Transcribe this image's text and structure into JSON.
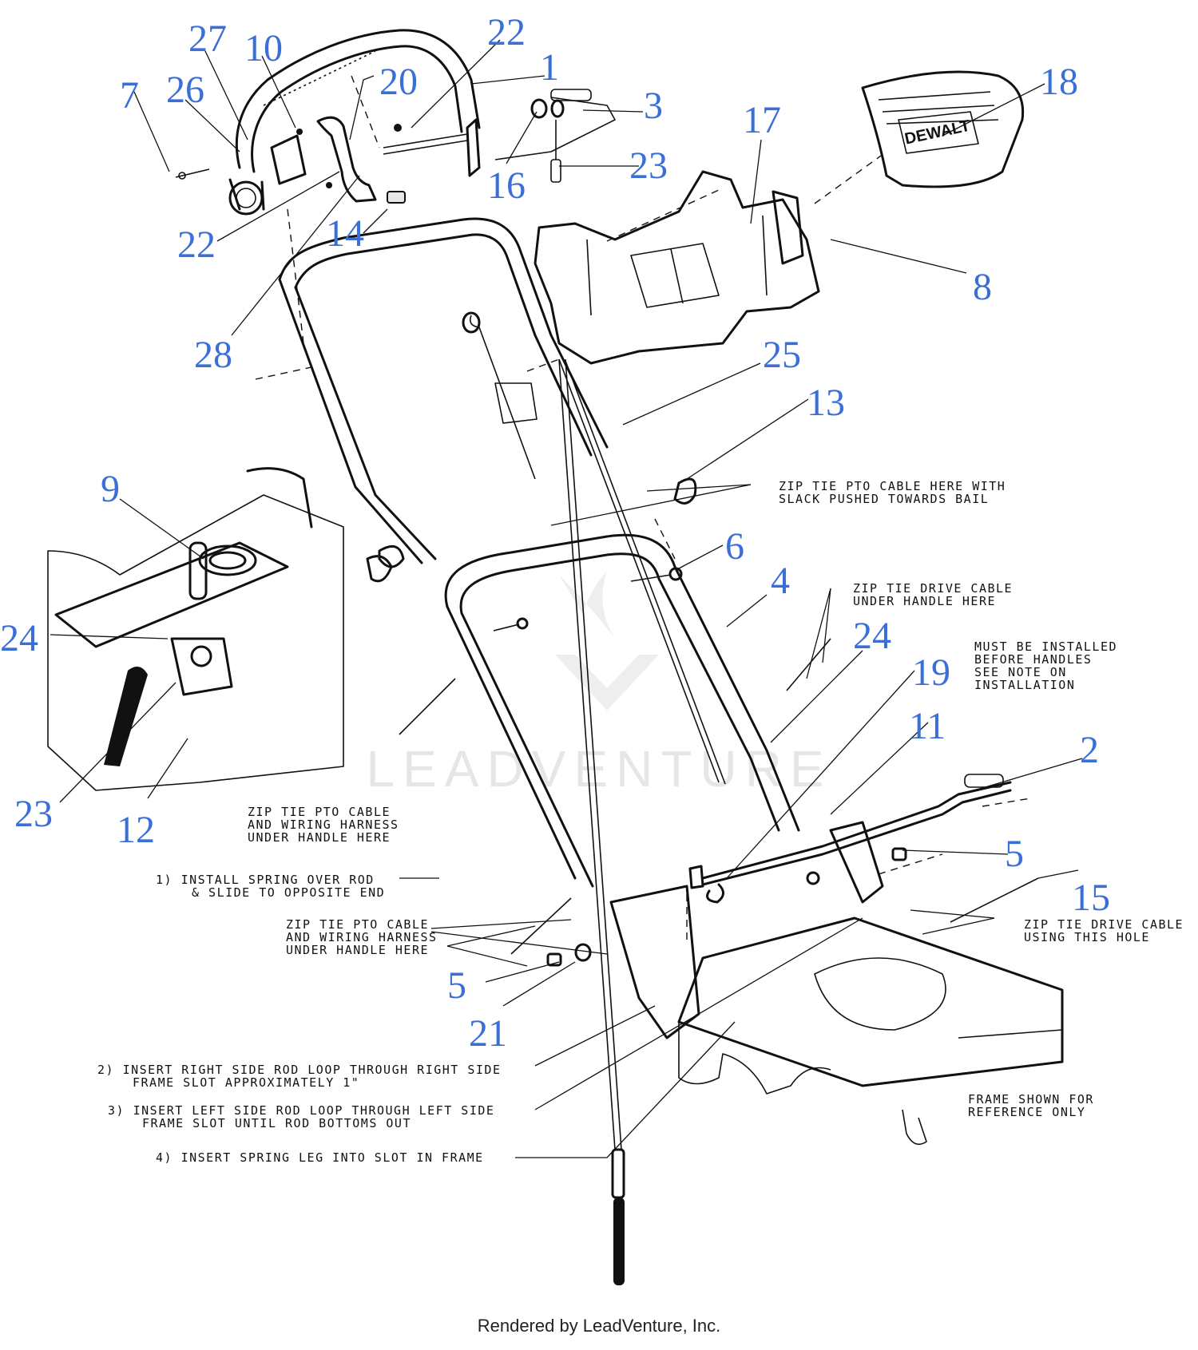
{
  "watermark": "LEADVENTURE",
  "footer": "Rendered by LeadVenture, Inc.",
  "brand_plate": "DEWALT",
  "callouts": [
    "27",
    "10",
    "22",
    "1",
    "26",
    "20",
    "7",
    "3",
    "18",
    "16",
    "23",
    "17",
    "22",
    "14",
    "8",
    "28",
    "25",
    "13",
    "9",
    "6",
    "4",
    "24",
    "24",
    "19",
    "11",
    "2",
    "23",
    "12",
    "5",
    "15",
    "5",
    "21"
  ],
  "notes": {
    "zip_pto_top": [
      "ZIP TIE PTO CABLE HERE WITH",
      "SLACK PUSHED TOWARDS BAIL"
    ],
    "zip_drive_under": [
      "ZIP TIE DRIVE CABLE",
      "UNDER HANDLE HERE"
    ],
    "must_install": [
      "MUST BE INSTALLED",
      "BEFORE HANDLES",
      "SEE NOTE ON",
      "INSTALLATION"
    ],
    "zip_pto_left": [
      "ZIP TIE PTO CABLE",
      "AND WIRING HARNESS",
      "UNDER HANDLE HERE"
    ],
    "step1": [
      "1) INSTALL SPRING OVER ROD",
      "& SLIDE TO OPPOSITE END"
    ],
    "zip_pto_mid": [
      "ZIP TIE PTO CABLE",
      "AND WIRING HARNESS",
      "UNDER HANDLE HERE"
    ],
    "zip_drive_hole": [
      "ZIP TIE DRIVE CABLE",
      "USING THIS HOLE"
    ],
    "step2": [
      "2) INSERT RIGHT SIDE ROD LOOP THROUGH RIGHT SIDE",
      "FRAME SLOT APPROXIMATELY 1\""
    ],
    "step3": [
      "3) INSERT LEFT SIDE ROD LOOP THROUGH LEFT SIDE",
      "FRAME SLOT UNTIL ROD BOTTOMS OUT"
    ],
    "step4": [
      "4) INSERT SPRING LEG INTO SLOT IN FRAME"
    ],
    "frame_ref": [
      "FRAME SHOWN FOR",
      "REFERENCE ONLY"
    ]
  },
  "colors": {
    "callout": "#3b6fd8",
    "line": "#111111",
    "watermark": "#e6e6e6"
  }
}
